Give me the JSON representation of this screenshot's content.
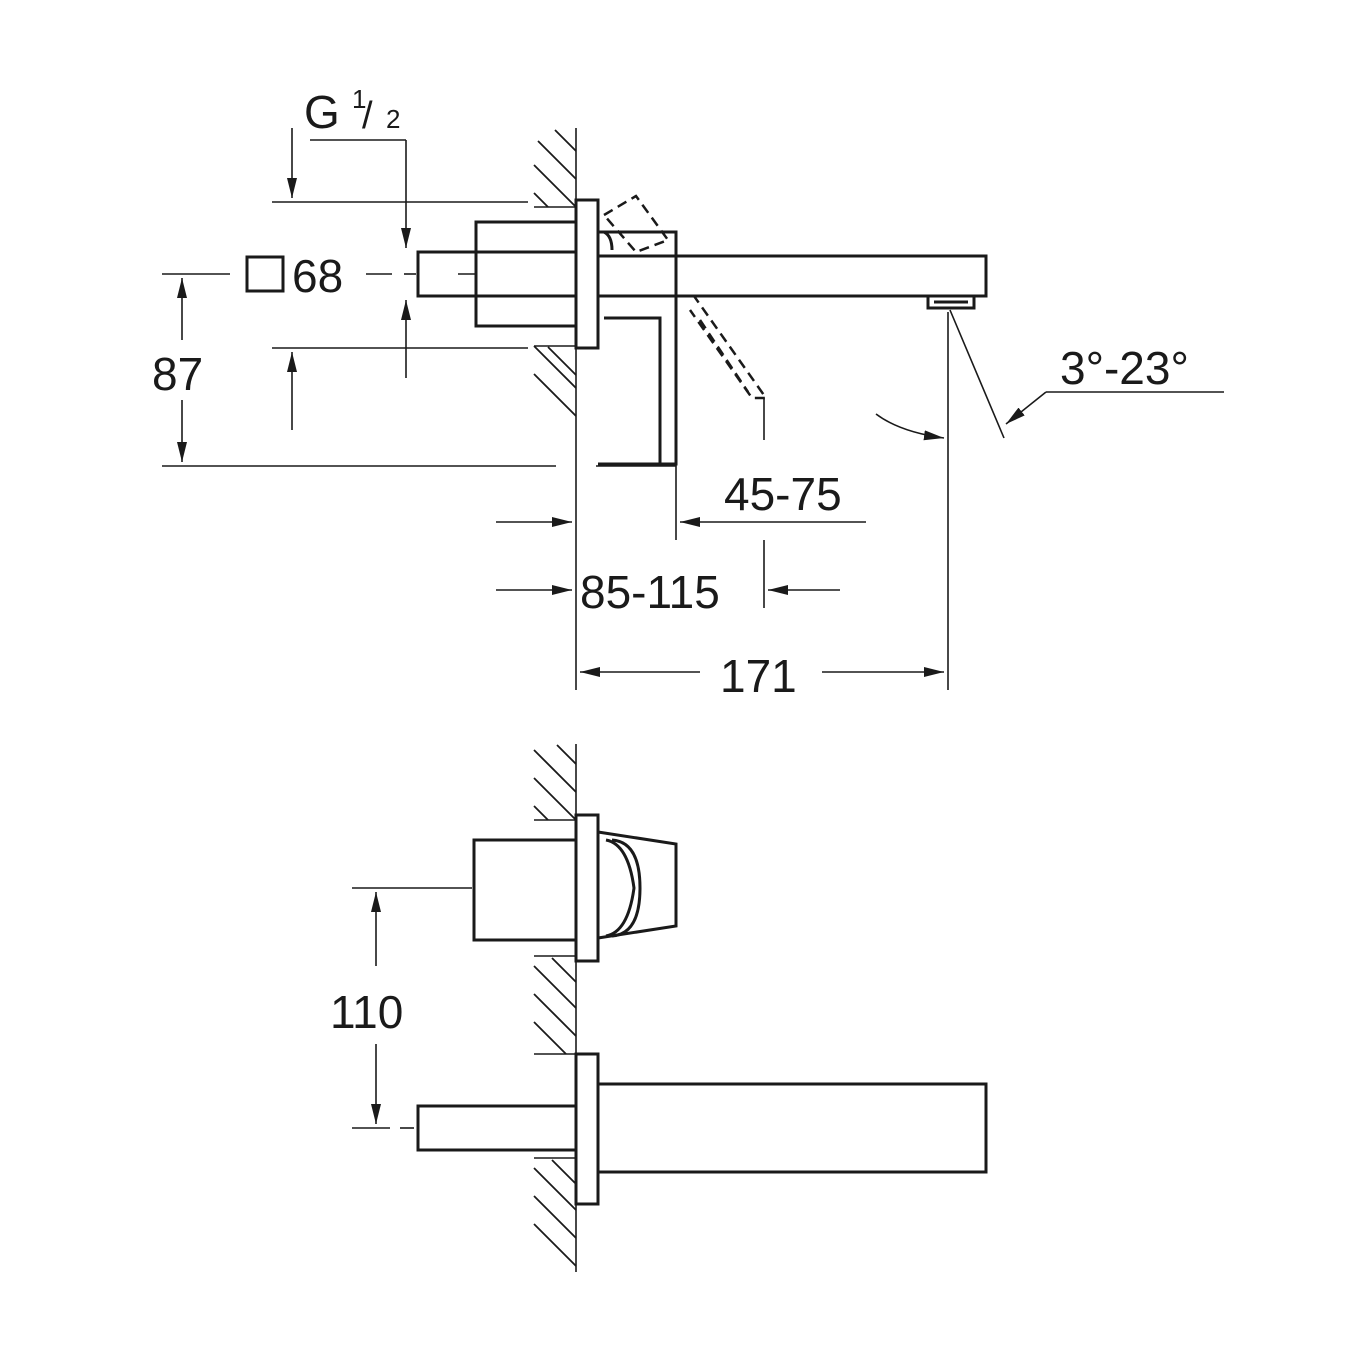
{
  "dimensions": {
    "thread": "G",
    "thread_num": "1",
    "thread_den": "2",
    "thread_slash": "/",
    "square_size": "68",
    "height_87": "87",
    "angle": "3°-23°",
    "depth_45_75": "45-75",
    "depth_85_115": "85-115",
    "reach_171": "171",
    "spacing_110": "110"
  },
  "icons": {
    "square_section": "square-profile-icon"
  },
  "colors": {
    "line": "#1a1a1a",
    "background": "#ffffff"
  }
}
